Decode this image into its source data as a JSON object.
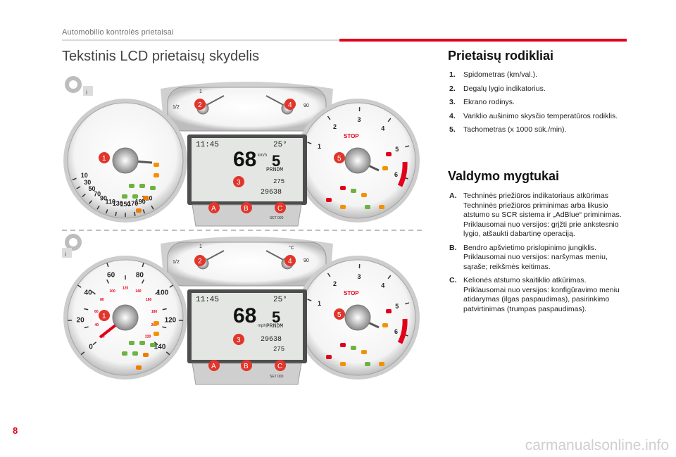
{
  "header": {
    "section": "Automobilio kontrolės prietaisai"
  },
  "page_number": "8",
  "watermark": "carmanualsonline.info",
  "left_title": "Tekstinis LCD prietaisų skydelis",
  "gauges_title": "Prietaisų rodikliai",
  "gauges": [
    {
      "num": "1.",
      "text": "Spidometras (km/val.)."
    },
    {
      "num": "2.",
      "text": "Degalų lygio indikatorius."
    },
    {
      "num": "3.",
      "text": "Ekrano rodinys."
    },
    {
      "num": "4.",
      "text": "Variklio aušinimo skysčio temperatūros rodiklis."
    },
    {
      "num": "5.",
      "text": "Tachometras (x 1000 sūk./min)."
    }
  ],
  "controls_title": "Valdymo mygtukai",
  "controls": [
    {
      "num": "A.",
      "text": "Techninės priežiūros indikatoriaus atkūrimas\nTechninės priežiūros priminimas arba likusio atstumo su SCR sistema ir „AdBlue“ priminimas.\nPriklausomai nuo versijos: grįžti prie ankstesnio lygio, atšaukti dabartinę operaciją."
    },
    {
      "num": "B.",
      "text": "Bendro apšvietimo prislopinimo jungiklis.\nPriklausomai nuo versijos: naršymas meniu, sąraše; reikšmės keitimas."
    },
    {
      "num": "C.",
      "text": "Kelionės atstumo skaitiklio atkūrimas.\nPriklausomai nuo versijos: konfigūravimo meniu atidarymas (ilgas paspaudimas), pasirinkimo patvirtinimas (trumpas paspaudimas)."
    }
  ],
  "cluster_top": {
    "speed_ticks": [
      "10",
      "30",
      "50",
      "70",
      "90",
      "110",
      "130",
      "150",
      "170",
      "190",
      "210"
    ],
    "time": "11:45",
    "temp": "25°",
    "speed": "68",
    "unit": "km/h",
    "gear": "5",
    "gear_bar": "PRNDM",
    "range": "275",
    "odo": "29638",
    "fuel_marks": [
      "1/2",
      "1"
    ],
    "temp_marks": [
      "90"
    ],
    "tach_ticks": [
      "1",
      "2",
      "3",
      "4",
      "5",
      "6"
    ],
    "stop": "STOP",
    "callouts": [
      "1",
      "2",
      "3",
      "4",
      "5"
    ],
    "buttons": [
      "A",
      "B",
      "C"
    ],
    "set": "SET 000"
  },
  "cluster_bottom": {
    "speed_ticks": [
      "0",
      "20",
      "40",
      "60",
      "80",
      "100",
      "120",
      "140"
    ],
    "inner_ticks": [
      "20",
      "40",
      "60",
      "80",
      "100",
      "120",
      "140",
      "160",
      "180",
      "200",
      "220"
    ],
    "time": "11:45",
    "temp": "25°",
    "speed": "68",
    "unit": "mph",
    "gear": "5",
    "gear_bar": "PRNDM",
    "range": "275",
    "odo": "29638",
    "fuel_marks": [
      "1/2",
      "1"
    ],
    "temp_marks": [
      "°C",
      "90"
    ],
    "tach_ticks": [
      "1",
      "2",
      "3",
      "4",
      "5",
      "6"
    ],
    "stop": "STOP",
    "callouts": [
      "1",
      "2",
      "3",
      "4",
      "5"
    ],
    "buttons": [
      "A",
      "B",
      "C"
    ],
    "set": "SET 000"
  },
  "colors": {
    "accent_red": "#e2001a",
    "callout_red": "#e2352b",
    "amber": "#f39200",
    "green": "#6cb33f",
    "orange": "#f07d00"
  }
}
